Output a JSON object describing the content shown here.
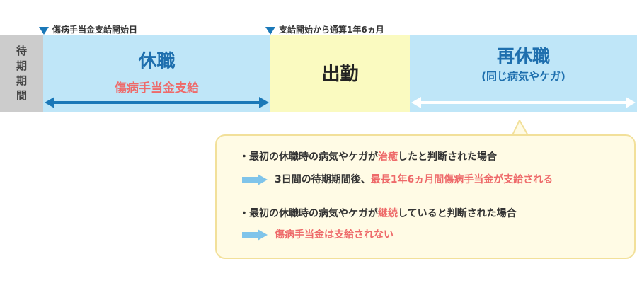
{
  "markers": {
    "start_label": "傷病手当金支給開始日",
    "limit_label": "支給開始から通算1年6ヵ月"
  },
  "timeline": {
    "waiting": [
      "待",
      "期",
      "期",
      "間"
    ],
    "leave": {
      "title": "休職",
      "subtitle": "傷病手当金支給"
    },
    "work": {
      "title": "出勤"
    },
    "releave": {
      "title": "再休職",
      "subtitle": "(同じ病気やケガ)"
    }
  },
  "callout": {
    "case1": {
      "pre": "・最初の休職時の病気やケガが",
      "keyword": "治癒",
      "post": "したと判断された場合",
      "result_plain": "3日間の待期期間後、",
      "result_highlight": "最長1年6ヵ月間傷病手当金が支給される"
    },
    "case2": {
      "pre": "・最初の休職時の病気やケガが",
      "keyword": "継続",
      "post": "していると判断された場合",
      "result_highlight": "傷病手当金は支給されない"
    }
  },
  "colors": {
    "blue": "#1a78b8",
    "leave_bg": "#bfe6f8",
    "work_bg": "#fafac0",
    "waiting_bg": "#cccccc",
    "highlight_red": "#ee6a6a",
    "callout_bg": "#fffbe5",
    "callout_border": "#f2e09a",
    "arrow_light_blue": "#7fc4ea"
  }
}
